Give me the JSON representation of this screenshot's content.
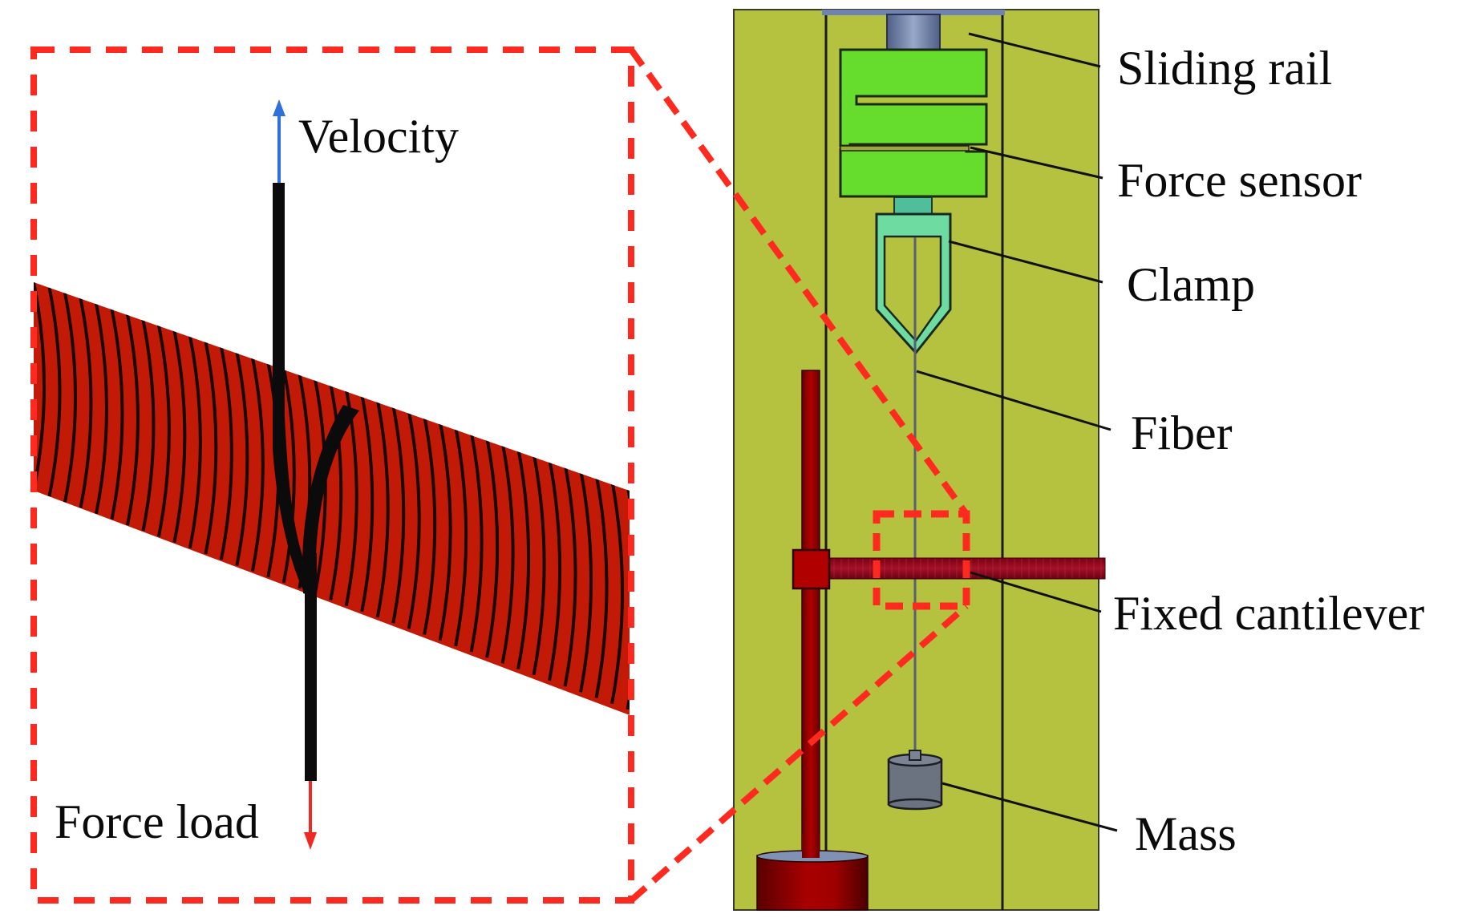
{
  "figure": {
    "type": "experimental-setup-schematic",
    "zoom_inset": {
      "arrows": {
        "velocity": {
          "label": "Velocity",
          "direction": "up",
          "color": "#2f6fde"
        },
        "force_load": {
          "label": "Force load",
          "direction": "down",
          "color": "#ee2a24"
        }
      },
      "coil_color": "#c21a06",
      "fiber_color": "#0b0b0b",
      "dashed_box_color": "#ff2a1f"
    },
    "apparatus": {
      "labels": [
        {
          "id": "sliding-rail",
          "text": "Sliding rail"
        },
        {
          "id": "force-sensor",
          "text": "Force sensor"
        },
        {
          "id": "clamp",
          "text": "Clamp"
        },
        {
          "id": "fiber",
          "text": "Fiber"
        },
        {
          "id": "fixed-cantilever",
          "text": "Fixed cantilever"
        },
        {
          "id": "mass",
          "text": "Mass"
        }
      ],
      "colors": {
        "background_panel": "#b4c240",
        "force_sensor": "#66dd2c",
        "clamp": "#6edca0",
        "clamp_neck": "#4fbf9a",
        "top_cylinder": "#8596b8",
        "stand": "#a60000",
        "mass": "#6b7380"
      }
    }
  }
}
